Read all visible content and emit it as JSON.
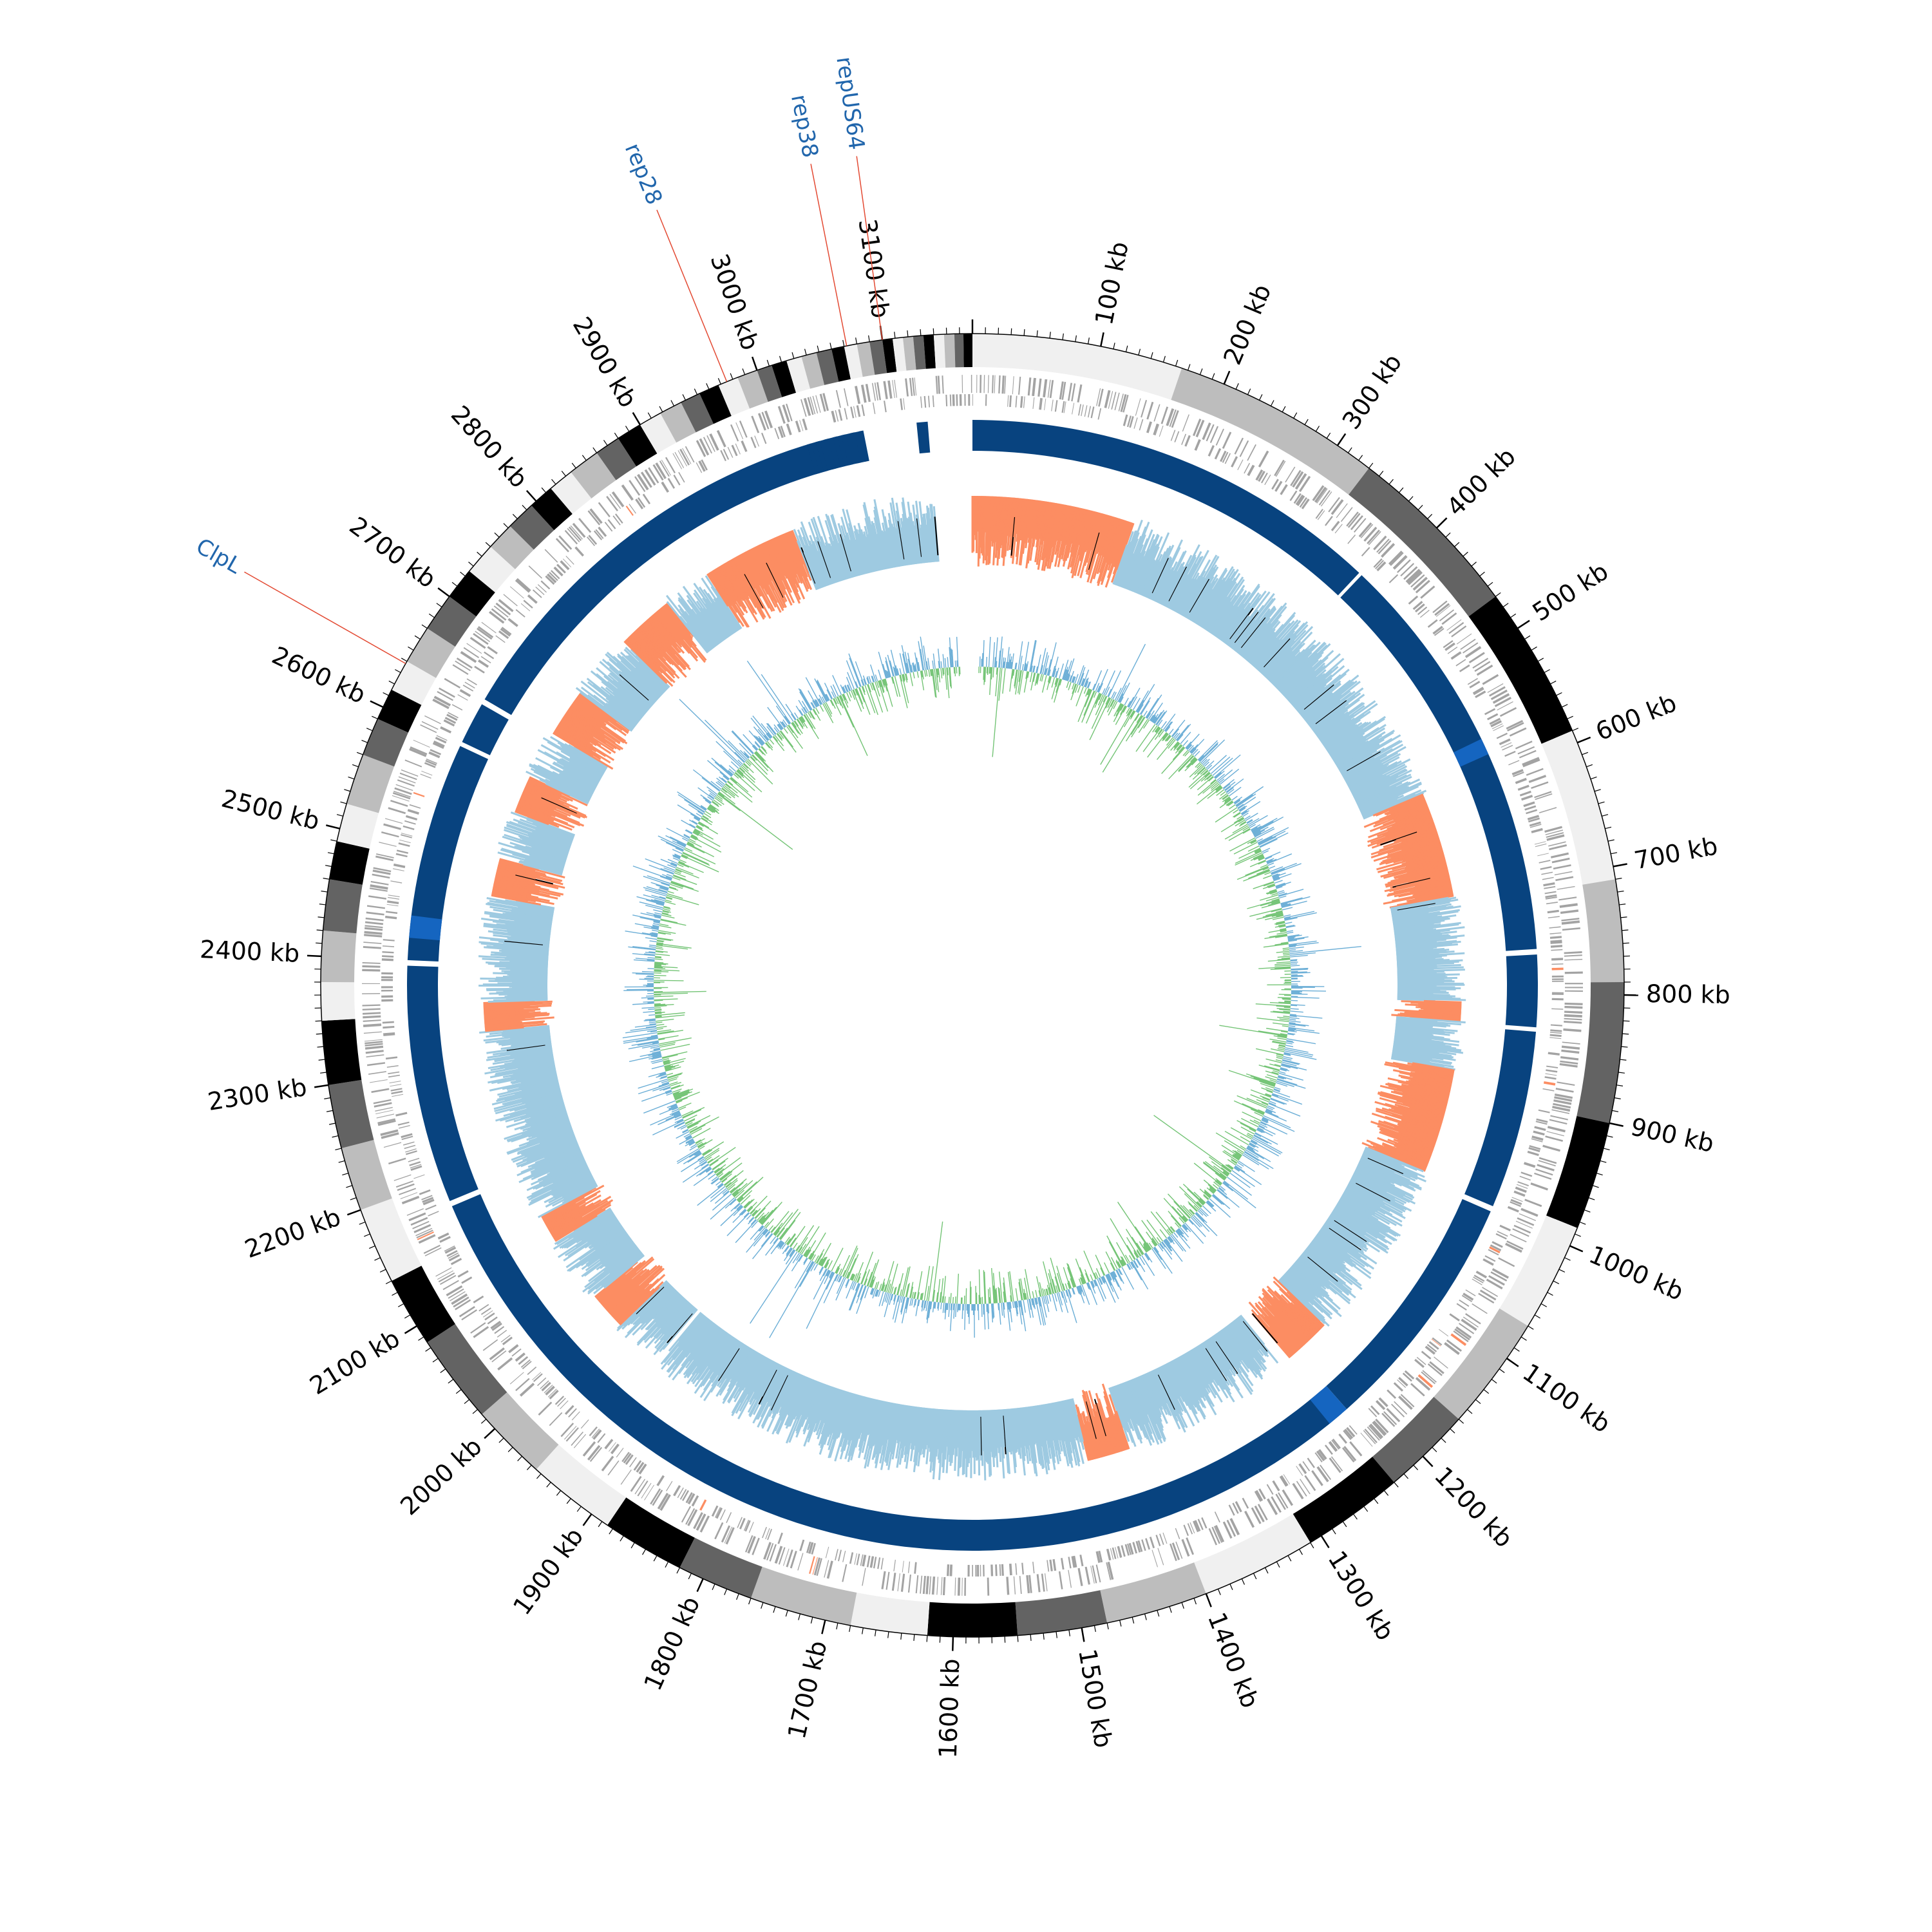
{
  "genome": {
    "length_kb": 3170,
    "ticks": {
      "label_unit": "kb",
      "major_interval_kb": 100,
      "minor_interval_kb": 10,
      "labels": [
        "100 kb",
        "200 kb",
        "300 kb",
        "400 kb",
        "500 kb",
        "600 kb",
        "700 kb",
        "800 kb",
        "900 kb",
        "1000 kb",
        "1100 kb",
        "1200 kb",
        "1300 kb",
        "1400 kb",
        "1500 kb",
        "1600 kb",
        "1700 kb",
        "1800 kb",
        "1900 kb",
        "2000 kb",
        "2100 kb",
        "2200 kb",
        "2300 kb",
        "2400 kb",
        "2500 kb",
        "2600 kb",
        "2700 kb",
        "2800 kb",
        "2900 kb",
        "3000 kb",
        "3100 kb"
      ]
    }
  },
  "contig_ideogram": {
    "colors": [
      "#f0f0f0",
      "#bdbdbd",
      "#636363",
      "#000000"
    ],
    "segments_kb": [
      [
        0,
        165
      ],
      [
        165,
        330
      ],
      [
        330,
        470
      ],
      [
        470,
        590
      ],
      [
        590,
        710
      ],
      [
        710,
        790
      ],
      [
        790,
        900
      ],
      [
        900,
        985
      ],
      [
        985,
        1070
      ],
      [
        1070,
        1160
      ],
      [
        1160,
        1230
      ],
      [
        1230,
        1310
      ],
      [
        1310,
        1400
      ],
      [
        1400,
        1480
      ],
      [
        1480,
        1550
      ],
      [
        1550,
        1620
      ],
      [
        1620,
        1680
      ],
      [
        1680,
        1760
      ],
      [
        1760,
        1820
      ],
      [
        1820,
        1885
      ],
      [
        1885,
        1955
      ],
      [
        1955,
        2015
      ],
      [
        2015,
        2085
      ],
      [
        2085,
        2140
      ],
      [
        2140,
        2200
      ],
      [
        2200,
        2250
      ],
      [
        2250,
        2300
      ],
      [
        2300,
        2350
      ],
      [
        2350,
        2380
      ],
      [
        2380,
        2420
      ],
      [
        2420,
        2460
      ],
      [
        2460,
        2490
      ],
      [
        2490,
        2520
      ],
      [
        2520,
        2560
      ],
      [
        2560,
        2590
      ],
      [
        2590,
        2615
      ],
      [
        2615,
        2640
      ],
      [
        2640,
        2670
      ],
      [
        2670,
        2700
      ],
      [
        2700,
        2725
      ],
      [
        2725,
        2750
      ],
      [
        2750,
        2772
      ],
      [
        2772,
        2795
      ],
      [
        2795,
        2815
      ],
      [
        2815,
        2835
      ],
      [
        2835,
        2860
      ],
      [
        2860,
        2880
      ],
      [
        2880,
        2900
      ],
      [
        2900,
        2918
      ],
      [
        2918,
        2936
      ],
      [
        2936,
        2952
      ],
      [
        2952,
        2968
      ],
      [
        2968,
        2984
      ],
      [
        2984,
        3000
      ],
      [
        3000,
        3012
      ],
      [
        3012,
        3024
      ],
      [
        3024,
        3036
      ],
      [
        3036,
        3048
      ],
      [
        3048,
        3060
      ],
      [
        3060,
        3070
      ],
      [
        3070,
        3080
      ],
      [
        3080,
        3090
      ],
      [
        3090,
        3100
      ],
      [
        3100,
        3108
      ],
      [
        3108,
        3116
      ],
      [
        3116,
        3124
      ],
      [
        3124,
        3132
      ],
      [
        3132,
        3140
      ],
      [
        3140,
        3148
      ],
      [
        3148,
        3156
      ],
      [
        3156,
        3163
      ],
      [
        3163,
        3170
      ]
    ]
  },
  "labeled_genes": [
    {
      "name": "repUS64",
      "position_kb": 3100,
      "color": "#2166ac"
    },
    {
      "name": "rep38",
      "position_kb": 3072,
      "color": "#2166ac"
    },
    {
      "name": "rep28",
      "position_kb": 2975,
      "color": "#2166ac"
    },
    {
      "name": "ClpL",
      "position_kb": 2638,
      "color": "#2166ac"
    }
  ],
  "tracks": {
    "genes": {
      "color": "#a3a3a3",
      "highlight_color": "#fc8d62"
    },
    "mapped_blocks": {
      "color": "#08437f",
      "accent_color": "#1565c0",
      "gaps_kb": [
        [
          3130,
          3170
        ],
        [
          380,
          383
        ],
        [
          760,
          765
        ],
        [
          830,
          834
        ],
        [
          995,
          1000
        ],
        [
          1220,
          1226
        ],
        [
          2175,
          2180
        ],
        [
          2395,
          2400
        ],
        [
          2598,
          2602
        ],
        [
          2640,
          2645
        ],
        [
          3070,
          3120
        ]
      ]
    },
    "coverage_peaks": {
      "positive_color": "#9ecae1",
      "negative_color": "#fc8d62",
      "line_color": "#6baed6",
      "mark_color": "#000000"
    },
    "gc_skew": {
      "color_a": "#6baed6",
      "color_b": "#74c476"
    }
  },
  "colors": {
    "axis": "#000000",
    "label_line": "#e34a33"
  }
}
